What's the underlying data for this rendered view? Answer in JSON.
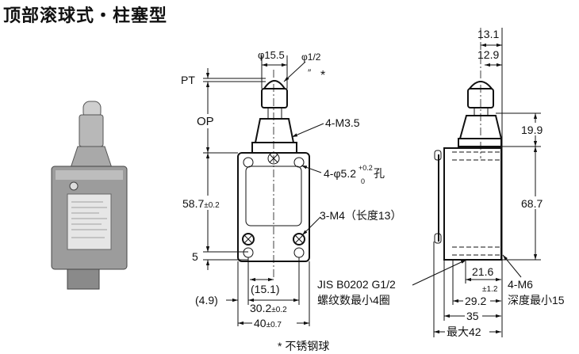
{
  "title": "顶部滚球式・柱塞型",
  "front_view": {
    "dia_15_5": "φ15.5",
    "ball_dia": "φ1/2",
    "ball_unit": "″",
    "ball_note_mark": "*",
    "pt": "PT",
    "op": "OP",
    "m35": "4-M3.5",
    "holes": "4-φ5.2",
    "holes_tol_upper": "+0.2",
    "holes_tol_lower": "0",
    "holes_suffix": "孔",
    "h58_7": "58.7",
    "h58_7_tol": "±0.2",
    "m4": "3-M4（长度13）",
    "h5": "5",
    "w15_1": "(15.1)",
    "w4_9": "(4.9)",
    "w30_2": "30.2",
    "w30_2_tol": "±0.2",
    "w40": "40",
    "w40_tol": "±0.7"
  },
  "side_view": {
    "d13_1": "13.1",
    "d12_9": "12.9",
    "h19_9": "19.9",
    "h68_7": "68.7",
    "jis_line1": "JIS B0202 G1/2",
    "jis_line2": "螺纹数最小4圈",
    "d21_6": "21.6",
    "d29_2_tol": "±1.2",
    "d29_2": "29.2",
    "m6_line1": "4-M6",
    "m6_line2": "深度最小15",
    "d35": "35",
    "d42": "最大42"
  },
  "footnote": "* 不锈钢球"
}
